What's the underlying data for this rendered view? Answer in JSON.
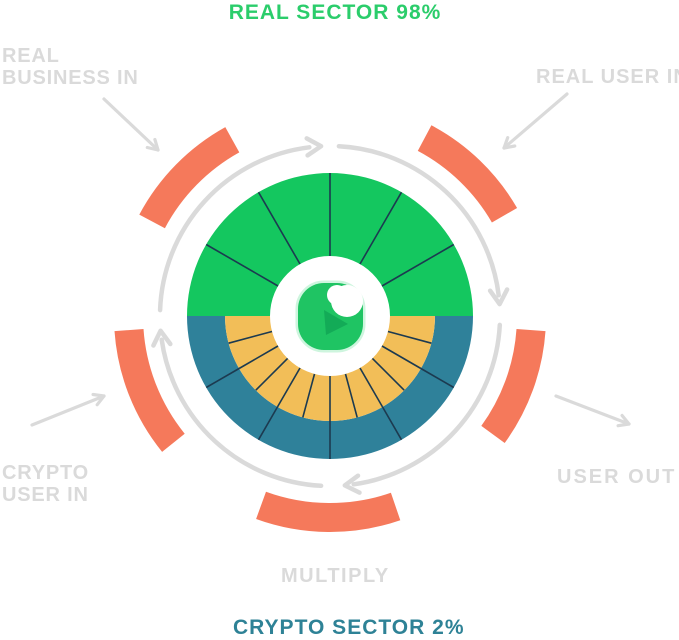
{
  "diagram": {
    "top_title": {
      "text": "REAL SECTOR 98%"
    },
    "bottom_title": {
      "text": "CRYPTO SECTOR 2%"
    },
    "labels": {
      "real_business_in": {
        "line1": "REAL",
        "line2": "BUSINESS IN"
      },
      "real_user_in": "REAL USER IN",
      "crypto_user_in": {
        "line1": "CRYPTO",
        "line2": "USER IN"
      },
      "user_out": "USER OUT",
      "multiply": "MULTIPLY"
    },
    "wheel": {
      "real_sector_share": "98%",
      "crypto_sector_share": "2%",
      "green_segments": 6,
      "teal_segments": 6,
      "yellow_segments": 12,
      "flow_direction": "clockwise"
    },
    "colors": {
      "green_sector": "#14C75F",
      "teal_sector": "#2F819A",
      "yellow_ring": "#F2BE58",
      "salmon_arc": "#F5795B",
      "divider": "#1C3A50",
      "muted_white": "#DADADA",
      "title_green": "#2BCD6B",
      "title_teal": "#2E8296",
      "logo_green": "#1FC463",
      "logo_arrow_green": "#12A855",
      "logo_halo_green": "#A6ECC3",
      "logo_white": "#FFFFFF"
    }
  }
}
